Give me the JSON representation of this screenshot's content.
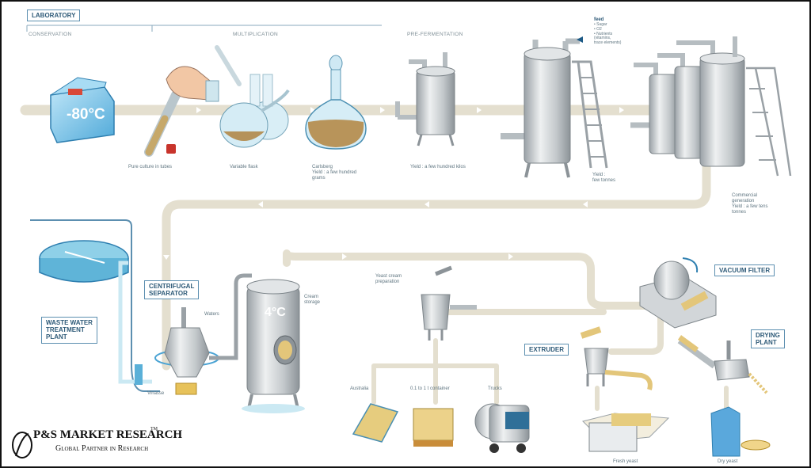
{
  "labels": {
    "laboratory": "LABORATORY",
    "conservation": "CONSERVATION",
    "multiplication": "MULTIPLICATION",
    "pre_fermentation": "PRE-FERMENTATION",
    "temp_freezer": "-80°C",
    "temp_tank": "4°C",
    "pure_culture": "Pure culture in tubes",
    "various_flasks": "Variable flask",
    "carlsberg": "Carlsberg",
    "carlsberg_yield": "Yield : a few hundred\ngrams",
    "prefermentation_yield": "Yield : a few hundred kilos",
    "feed": "feed",
    "feed_items": "• Sugar\n• O2\n• Nutrients\n(vitamins,\ntrace elements)",
    "fermenter_yield": "Yield :\nfew tonnes",
    "commercial_generation": "Commercial\ngeneration",
    "commercial_yield": "Yield : a few tens\ntonnes",
    "waste_water": "WASTE WATER\nTREATMENT\nPLANT",
    "centrifugal_separator": "CENTRIFUGAL\nSEPARATOR",
    "waters": "Waters",
    "vinasse": "Vinasse",
    "cream_storage": "Cream\nstorage",
    "yeast_cream_prep": "Yeast cream\npreparation",
    "vacuum_filter": "VACUUM FILTER",
    "extruder": "EXTRUDER",
    "drying_plant": "DRYING\nPLANT",
    "australia": "Australia",
    "tonne_container": "0.1 to 1 t container",
    "truck": "Trucks",
    "fresh_yeast": "Fresh yeast",
    "dry_yeast": "Dry yeast"
  },
  "logo": {
    "name": "P&S MARKET RESEARCH",
    "tm": "TM",
    "tagline": "Global Partner in Research"
  },
  "colors": {
    "pipe": "#e4dfcf",
    "steel": "#c5cacd",
    "accent_blue": "#5c8fb0",
    "water": "#8fd0e8"
  }
}
